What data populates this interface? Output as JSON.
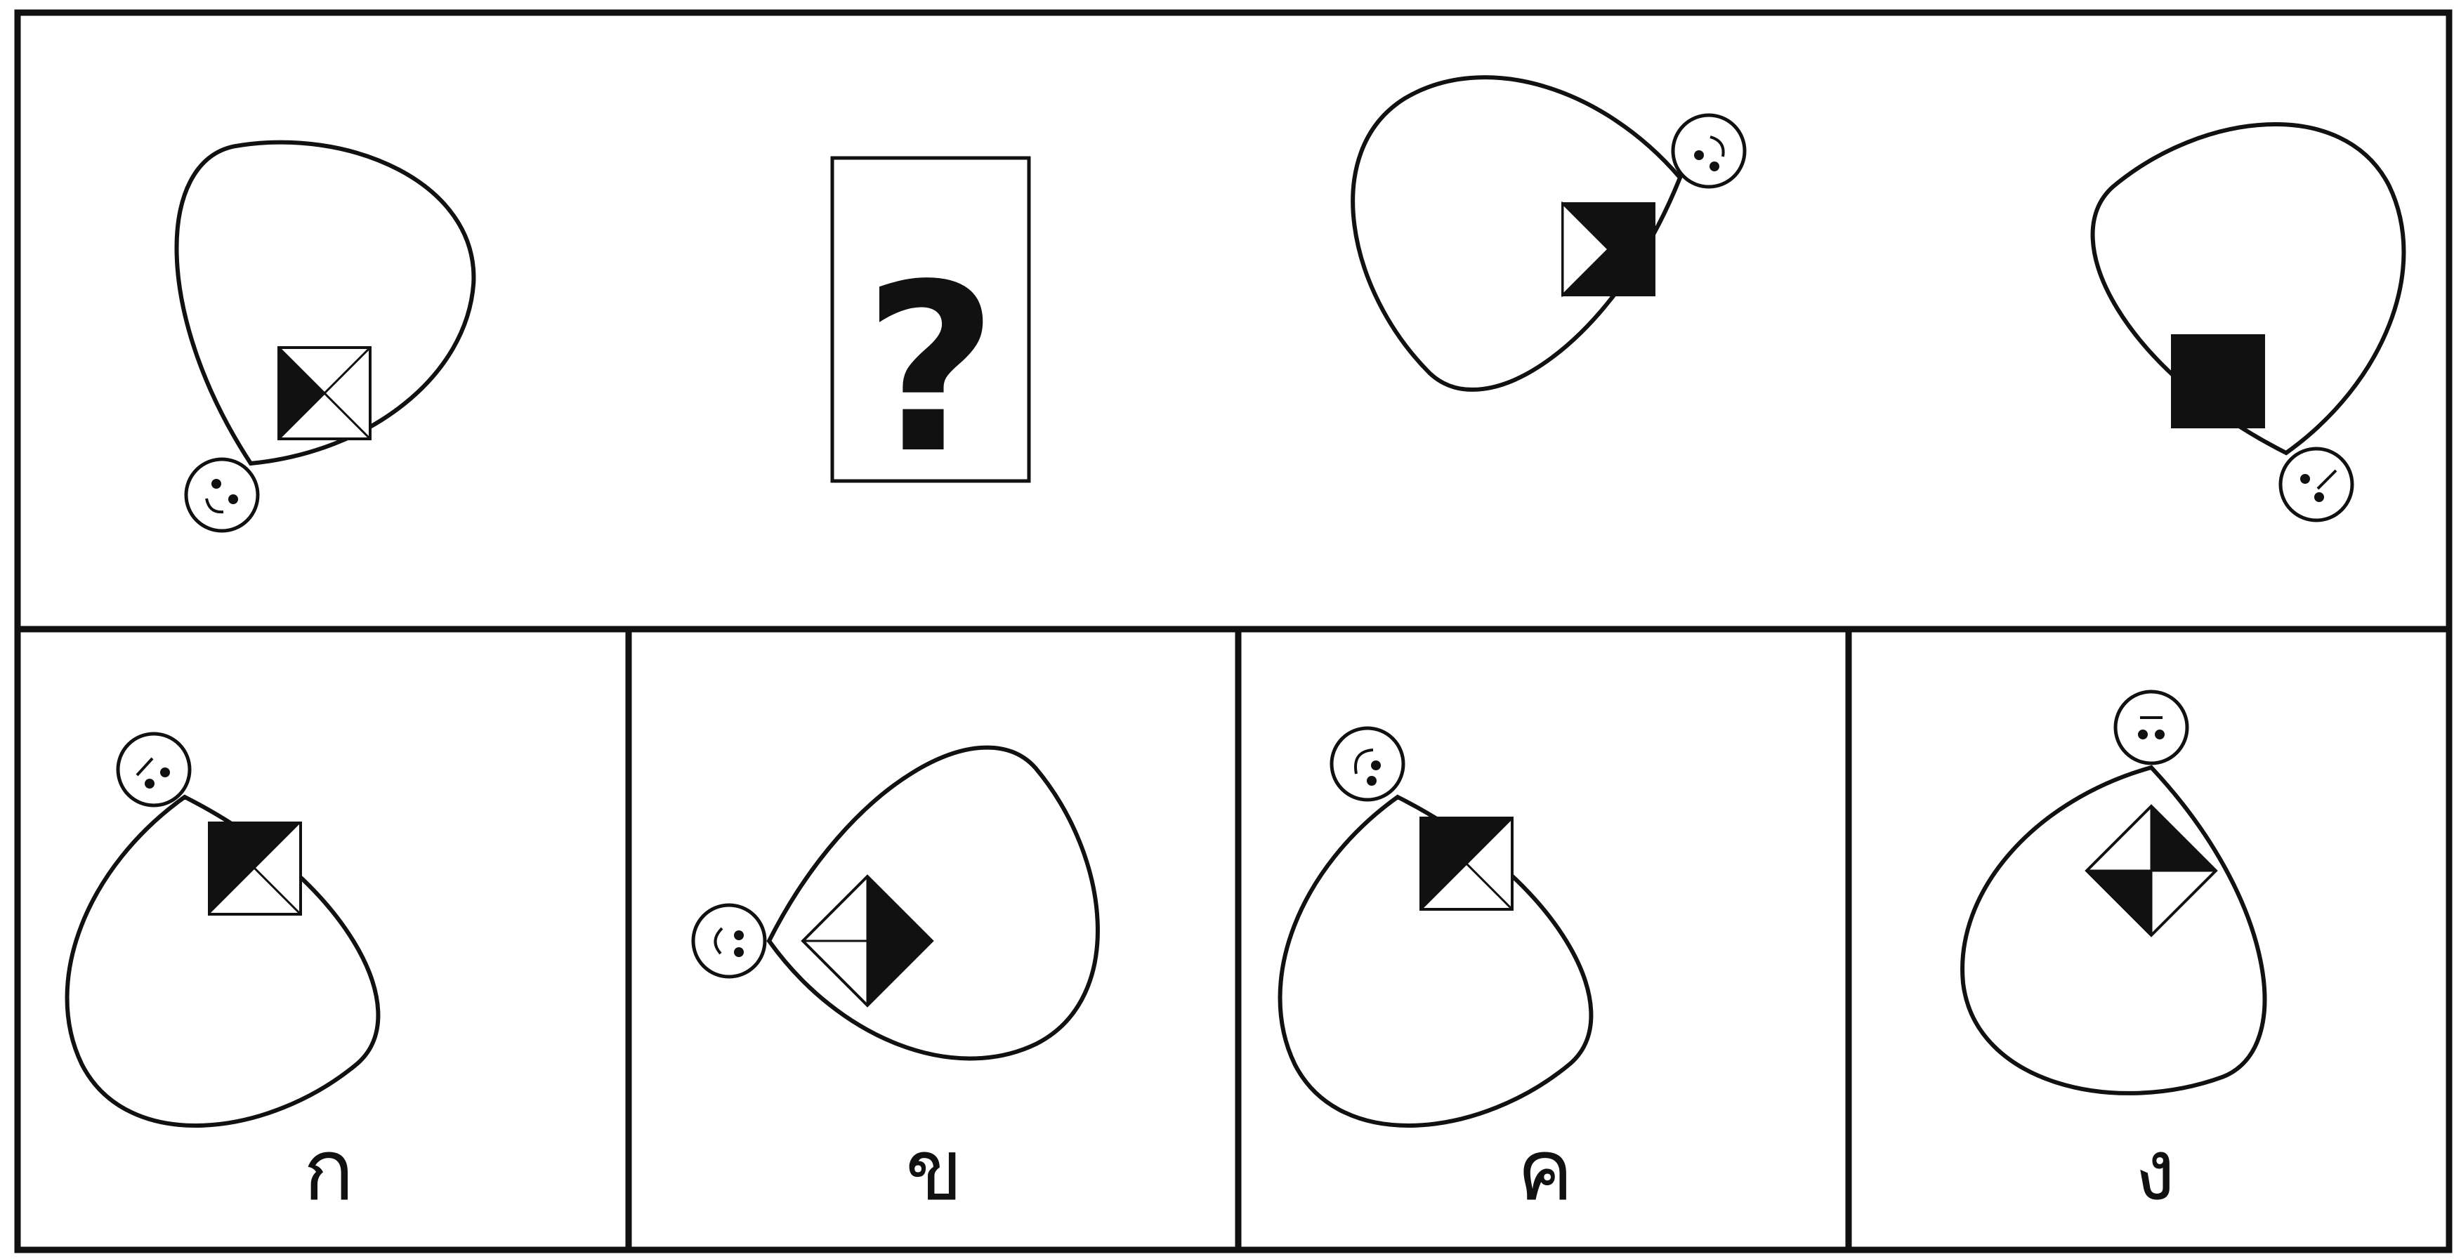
{
  "puzzle": {
    "sequence": [
      {
        "item": "figure",
        "face": "smile",
        "square": "left-triangle-black"
      },
      {
        "item": "missing",
        "mark": "?"
      },
      {
        "item": "figure",
        "face": "smile",
        "square": "notched-black"
      },
      {
        "item": "figure",
        "face": "slash",
        "square": "solid-black"
      }
    ],
    "choices": [
      {
        "label": "ก",
        "face": "slash",
        "square": "upper-left-black"
      },
      {
        "label": "ข",
        "face": "smile",
        "square": "right-triangle-black"
      },
      {
        "label": "ค",
        "face": "smile",
        "square": "upper-left-black"
      },
      {
        "label": "ง",
        "face": "bar",
        "square": "two-triangles-black"
      }
    ]
  },
  "colors": {
    "ink": "#111111",
    "paper": "#ffffff"
  }
}
